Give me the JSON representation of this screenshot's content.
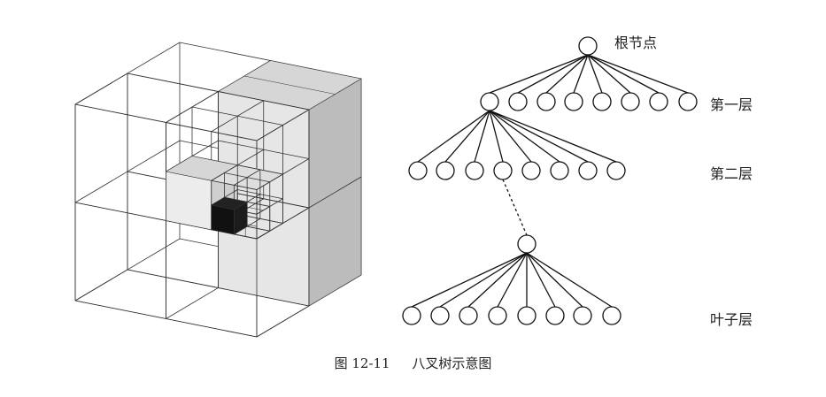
{
  "figure": {
    "number": "图 12-11",
    "title": "八叉树示意图"
  },
  "tree": {
    "levels": [
      {
        "label": "根节点",
        "nodes": 1
      },
      {
        "label": "第一层",
        "nodes": 8
      },
      {
        "label": "第二层",
        "nodes": 8
      },
      {
        "label": "叶子层",
        "nodes": 8
      }
    ]
  },
  "colors": {
    "line": "#333333",
    "shade_front": "#e6e6e6",
    "shade_top": "#d6d6d6",
    "shade_side": "#bcbcbc",
    "leaf_cube": "#111111"
  }
}
